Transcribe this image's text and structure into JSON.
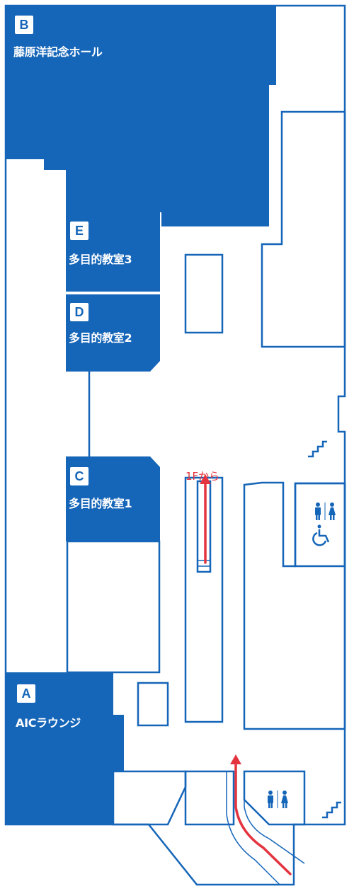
{
  "colors": {
    "room_fill": "#1565b8",
    "wall_line": "#1565b8",
    "route_line": "#e3343f",
    "background": "#ffffff"
  },
  "rooms": {
    "B": {
      "letter": "B",
      "name": "藤原洋記念ホール"
    },
    "E": {
      "letter": "E",
      "name": "多目的教室3"
    },
    "D": {
      "letter": "D",
      "name": "多目的教室2"
    },
    "C": {
      "letter": "C",
      "name": "多目的教室1"
    },
    "A": {
      "letter": "A",
      "name": "AICラウンジ"
    }
  },
  "escalator": {
    "label": "1Fから"
  },
  "icons": {
    "restroom_upper": "restroom-icon",
    "accessible_upper": "wheelchair-icon",
    "restroom_lower": "restroom-icon",
    "stairs_upper": "stairs-icon",
    "stairs_lower": "stairs-icon"
  }
}
